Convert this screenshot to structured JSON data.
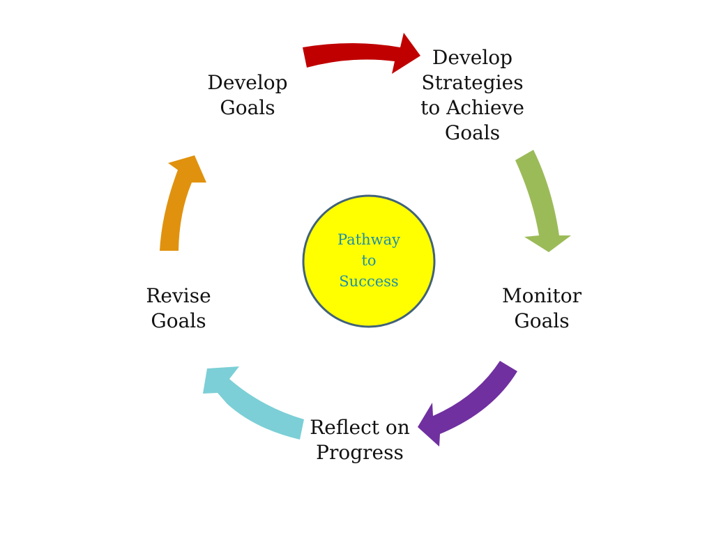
{
  "diagram": {
    "center": {
      "lines": [
        "Pathway",
        "to",
        "Success"
      ],
      "fill_color": "#ffff00",
      "border_color": "#41627a",
      "text_color": "#1d8fa8"
    },
    "nodes": [
      {
        "id": "develop-goals",
        "lines": [
          "Develop",
          "Goals"
        ]
      },
      {
        "id": "develop-strategies",
        "lines": [
          "Develop",
          "Strategies",
          "to Achieve",
          "Goals"
        ]
      },
      {
        "id": "monitor-goals",
        "lines": [
          "Monitor",
          "Goals"
        ]
      },
      {
        "id": "reflect-on-progress",
        "lines": [
          "Reflect on",
          "Progress"
        ]
      },
      {
        "id": "revise-goals",
        "lines": [
          "Revise",
          "Goals"
        ]
      }
    ],
    "arrows": [
      {
        "from": "develop-goals",
        "to": "develop-strategies",
        "color": "#c00000"
      },
      {
        "from": "develop-strategies",
        "to": "monitor-goals",
        "color": "#9bbb59"
      },
      {
        "from": "monitor-goals",
        "to": "reflect-on-progress",
        "color": "#7030a0"
      },
      {
        "from": "reflect-on-progress",
        "to": "revise-goals",
        "color": "#7ccfd6"
      },
      {
        "from": "revise-goals",
        "to": "develop-goals",
        "color": "#e0920e"
      }
    ]
  }
}
